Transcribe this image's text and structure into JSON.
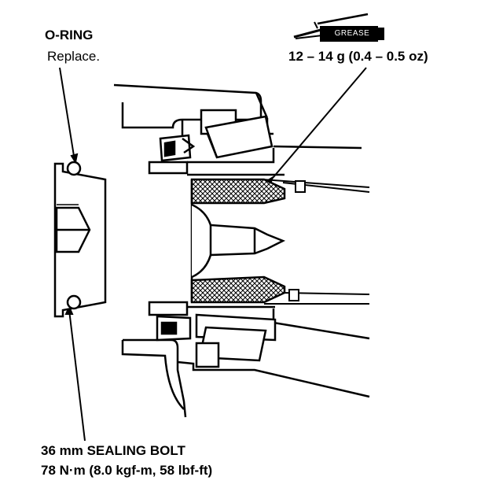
{
  "labels": {
    "oring_title": "O-RING",
    "oring_note": "Replace.",
    "grease_tube": "GREASE",
    "grease_amount": "12 – 14 g (0.4 – 0.5 oz)",
    "bolt_size": "36 mm SEALING BOLT",
    "bolt_torque": "78 N·m (8.0 kgf-m, 58 lbf-ft)"
  },
  "colors": {
    "ink": "#000000",
    "paper": "#ffffff"
  },
  "icons": {
    "grease_tube": "grease-tube-icon"
  }
}
